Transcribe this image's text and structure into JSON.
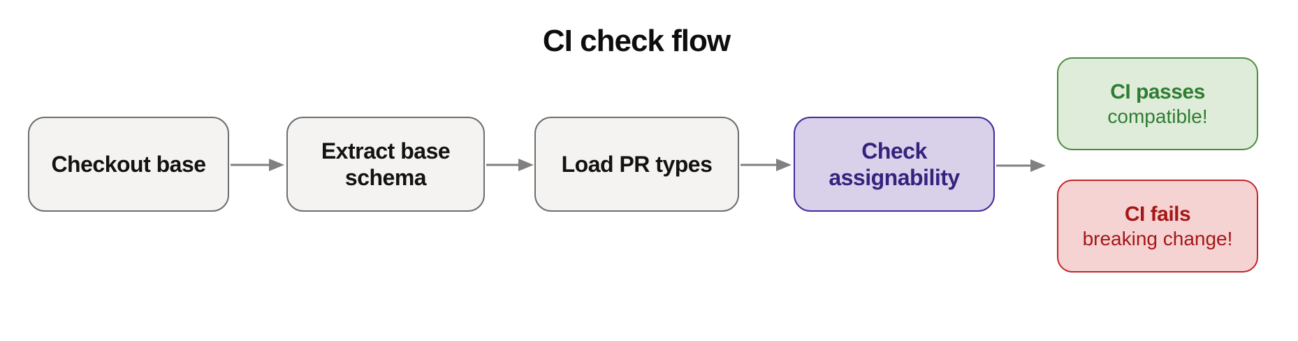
{
  "title": "CI check flow",
  "flow": {
    "steps": [
      {
        "id": "checkout-base",
        "label": "Checkout base",
        "variant": "default"
      },
      {
        "id": "extract-base-schema",
        "label": "Extract base schema",
        "variant": "default"
      },
      {
        "id": "load-pr-types",
        "label": "Load PR types",
        "variant": "default"
      },
      {
        "id": "check-assignability",
        "label": "Check assignability",
        "variant": "highlight"
      }
    ],
    "outcomes": [
      {
        "id": "ci-passes",
        "label": "CI passes",
        "sublabel": "compatible!",
        "variant": "success"
      },
      {
        "id": "ci-fails",
        "label": "CI fails",
        "sublabel": "breaking change!",
        "variant": "failure"
      }
    ]
  },
  "colors": {
    "canvas-bg": "#ffffff",
    "title-text": "#0d0d0d",
    "step-bg": "#f4f3f1",
    "step-border": "#6e6e6e",
    "step-text": "#121212",
    "highlight-bg": "#d8d1e9",
    "highlight-border": "#46289c",
    "highlight-text": "#37217e",
    "success-bg": "#dfecd9",
    "success-border": "#4a8c3f",
    "success-text": "#2e7d32",
    "failure-bg": "#f6d3d3",
    "failure-border": "#c0262b",
    "failure-text": "#a51616",
    "arrow": "#808080"
  }
}
